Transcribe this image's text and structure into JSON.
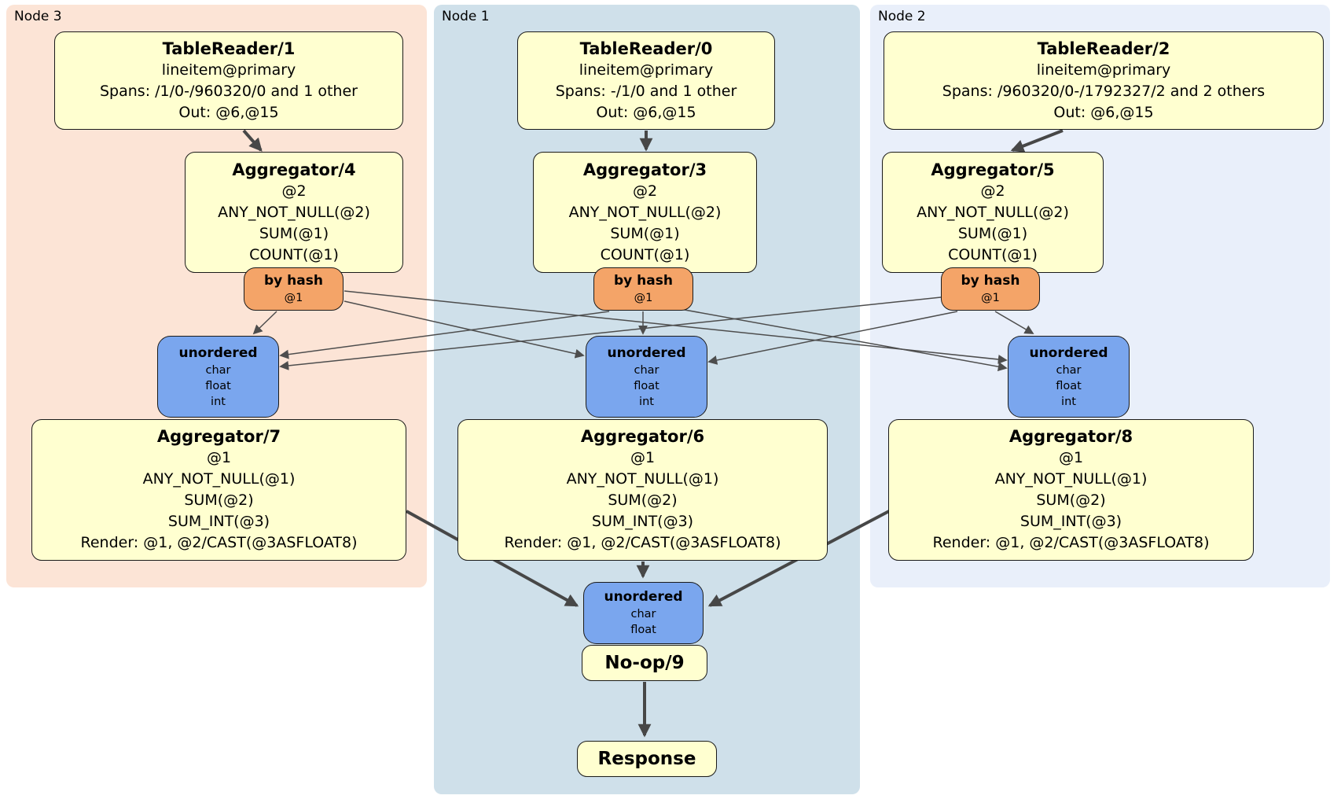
{
  "colors": {
    "node3_bg": "#fce4d6",
    "node1_bg": "#cfe0ea",
    "node2_bg": "#e9effa",
    "box_yellow": "#ffffd0",
    "box_orange": "#f4a468",
    "box_blue": "#7aa6ee",
    "edge_thick": "#474747",
    "edge_thin": "#4d4d4d"
  },
  "regions": {
    "node3": {
      "label": "Node 3"
    },
    "node1": {
      "label": "Node 1"
    },
    "node2": {
      "label": "Node 2"
    }
  },
  "nodes": {
    "tr1": {
      "title": "TableReader/1",
      "lines": [
        "lineitem@primary",
        "Spans: /1/0-/960320/0 and 1 other",
        "Out: @6,@15"
      ]
    },
    "tr0": {
      "title": "TableReader/0",
      "lines": [
        "lineitem@primary",
        "Spans: -/1/0 and 1 other",
        "Out: @6,@15"
      ]
    },
    "tr2": {
      "title": "TableReader/2",
      "lines": [
        "lineitem@primary",
        "Spans: /960320/0-/1792327/2 and 2 others",
        "Out: @6,@15"
      ]
    },
    "agg4": {
      "title": "Aggregator/4",
      "lines": [
        "@2",
        "ANY_NOT_NULL(@2)",
        "SUM(@1)",
        "COUNT(@1)"
      ]
    },
    "agg3": {
      "title": "Aggregator/3",
      "lines": [
        "@2",
        "ANY_NOT_NULL(@2)",
        "SUM(@1)",
        "COUNT(@1)"
      ]
    },
    "agg5": {
      "title": "Aggregator/5",
      "lines": [
        "@2",
        "ANY_NOT_NULL(@2)",
        "SUM(@1)",
        "COUNT(@1)"
      ]
    },
    "hash4": {
      "title": "by hash",
      "lines": [
        "@1"
      ]
    },
    "hash3": {
      "title": "by hash",
      "lines": [
        "@1"
      ]
    },
    "hash5": {
      "title": "by hash",
      "lines": [
        "@1"
      ]
    },
    "un7": {
      "title": "unordered",
      "lines": [
        "char",
        "float",
        "int"
      ]
    },
    "un6": {
      "title": "unordered",
      "lines": [
        "char",
        "float",
        "int"
      ]
    },
    "un8": {
      "title": "unordered",
      "lines": [
        "char",
        "float",
        "int"
      ]
    },
    "agg7": {
      "title": "Aggregator/7",
      "lines": [
        "@1",
        "ANY_NOT_NULL(@1)",
        "SUM(@2)",
        "SUM_INT(@3)",
        "Render: @1, @2/CAST(@3ASFLOAT8)"
      ]
    },
    "agg6": {
      "title": "Aggregator/6",
      "lines": [
        "@1",
        "ANY_NOT_NULL(@1)",
        "SUM(@2)",
        "SUM_INT(@3)",
        "Render: @1, @2/CAST(@3ASFLOAT8)"
      ]
    },
    "agg8": {
      "title": "Aggregator/8",
      "lines": [
        "@1",
        "ANY_NOT_NULL(@1)",
        "SUM(@2)",
        "SUM_INT(@3)",
        "Render: @1, @2/CAST(@3ASFLOAT8)"
      ]
    },
    "un9": {
      "title": "unordered",
      "lines": [
        "char",
        "float"
      ]
    },
    "noop": {
      "title": "No-op/9"
    },
    "response": {
      "title": "Response"
    }
  }
}
